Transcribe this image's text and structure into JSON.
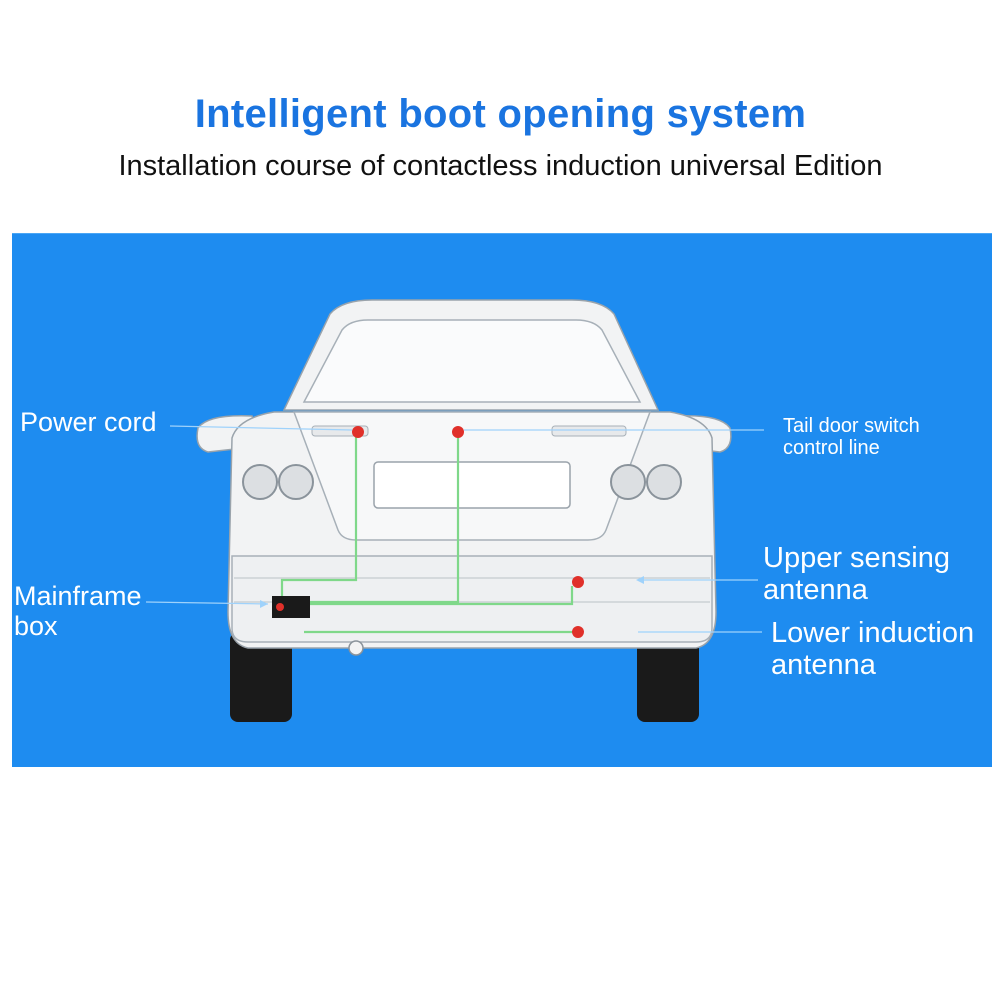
{
  "header": {
    "title": "Intelligent boot opening system",
    "subtitle": "Installation course of contactless induction universal Edition"
  },
  "diagram": {
    "labels": {
      "power_cord": "Power cord",
      "mainframe_box": [
        "Mainframe",
        "box"
      ],
      "tail_door": [
        "Tail door switch",
        "control line"
      ],
      "upper_antenna": [
        "Upper sensing",
        "antenna"
      ],
      "lower_antenna": [
        "Lower induction",
        "antenna"
      ]
    },
    "colors": {
      "background": "#1e8cf0",
      "title": "#1a74e0",
      "wire": "#7fd88a",
      "node": "#e0302a",
      "car_body": "#f2f3f4",
      "tire": "#1a1a1a"
    }
  }
}
